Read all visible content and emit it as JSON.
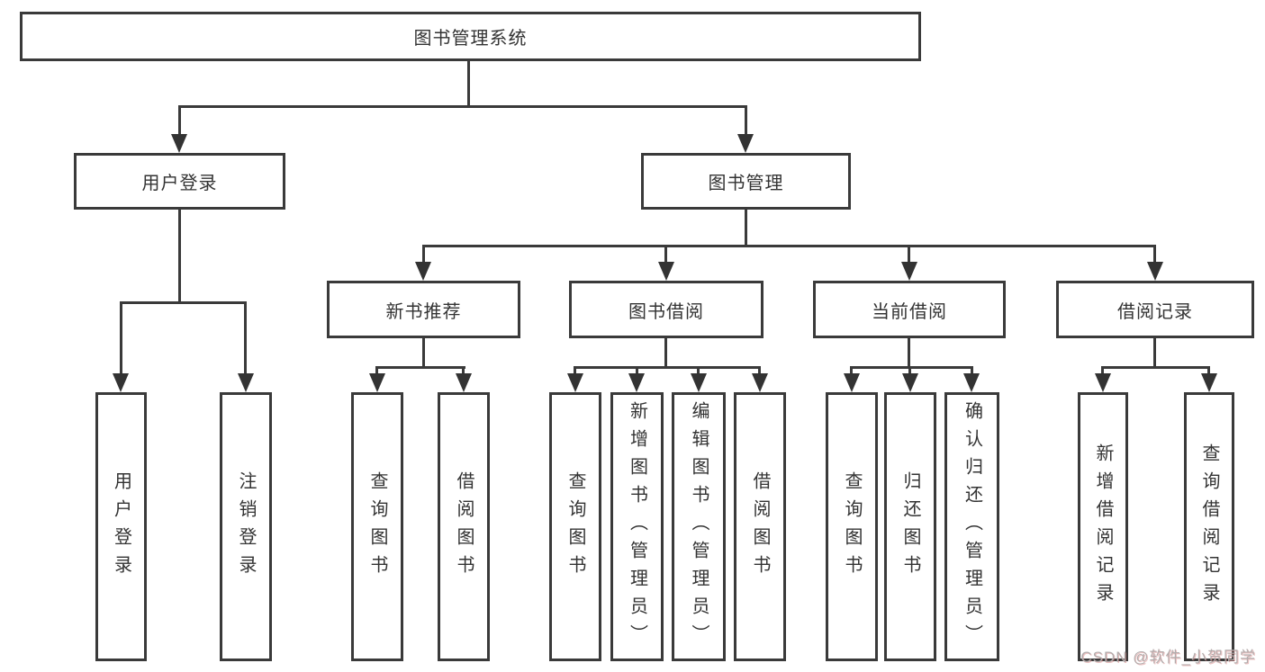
{
  "diagram": {
    "root": {
      "label": "图书管理系统"
    },
    "branches": [
      {
        "label": "用户登录",
        "leaves": [
          {
            "label": "用户登录"
          },
          {
            "label": "注销登录"
          }
        ]
      },
      {
        "label": "图书管理",
        "groups": [
          {
            "label": "新书推荐",
            "leaves": [
              {
                "label": "查询图书"
              },
              {
                "label": "借阅图书"
              }
            ]
          },
          {
            "label": "图书借阅",
            "leaves": [
              {
                "label": "查询图书"
              },
              {
                "label": "新增图书（管理员）"
              },
              {
                "label": "编辑图书（管理员）"
              },
              {
                "label": "借阅图书"
              }
            ]
          },
          {
            "label": "当前借阅",
            "leaves": [
              {
                "label": "查询图书"
              },
              {
                "label": "归还图书"
              },
              {
                "label": "确认归还（管理员）"
              }
            ]
          },
          {
            "label": "借阅记录",
            "leaves": [
              {
                "label": "新增借阅记录"
              },
              {
                "label": "查询借阅记录"
              }
            ]
          }
        ]
      }
    ]
  },
  "watermark": {
    "text": "CSDN @软件_小贺同学"
  },
  "colors": {
    "line": "#3a3a3a",
    "text": "#333333",
    "background": "#ffffff",
    "watermark": "#b3acac"
  }
}
